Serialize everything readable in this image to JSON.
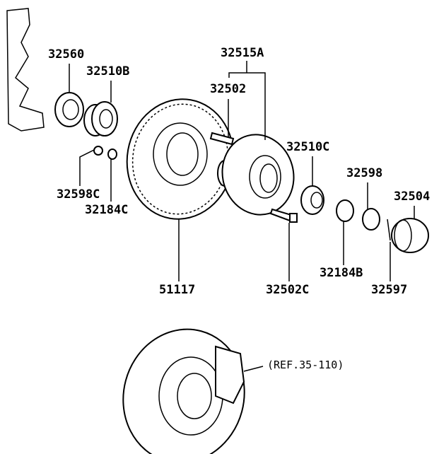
{
  "diagram": {
    "labels": {
      "p32560": "32560",
      "p32510B": "32510B",
      "p32515A": "32515A",
      "p32502": "32502",
      "p32510C": "32510C",
      "p32598": "32598",
      "p32504": "32504",
      "p32598C": "32598C",
      "p32184C": "32184C",
      "p51117": "51117",
      "p32502C": "32502C",
      "p32184B": "32184B",
      "p32597": "32597",
      "ref": "(REF.35-110)"
    }
  }
}
